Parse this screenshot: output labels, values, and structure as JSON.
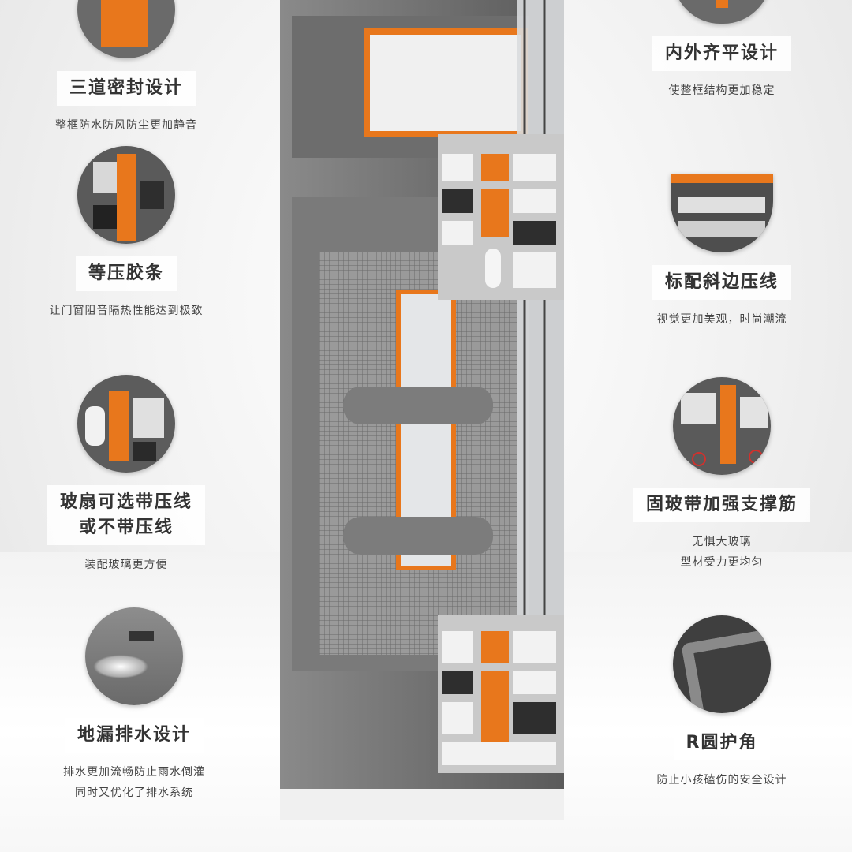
{
  "colors": {
    "accent_orange": "#e8771c",
    "profile_grey": "#5f5f5f",
    "glass": "#dfe2e4"
  },
  "features_left": [
    {
      "icon": "seal-crosssection-icon",
      "title_lines": [
        "三道密封设计"
      ],
      "desc_lines": [
        "整框防水防风防尘更加静音"
      ]
    },
    {
      "icon": "pressure-gasket-icon",
      "title_lines": [
        "等压胶条"
      ],
      "desc_lines": [
        "让门窗阻音隔热性能达到极致"
      ]
    },
    {
      "icon": "glazing-bead-icon",
      "title_lines": [
        "玻扇可选带压线",
        "或不带压线"
      ],
      "desc_lines": [
        "装配玻璃更方便"
      ]
    },
    {
      "icon": "water-drain-icon",
      "title_lines": [
        "地漏排水设计"
      ],
      "desc_lines": [
        "排水更加流畅防止雨水倒灌",
        "同时又优化了排水系统"
      ]
    }
  ],
  "features_right": [
    {
      "icon": "flush-frame-icon",
      "title_lines": [
        "内外齐平设计"
      ],
      "desc_lines": [
        "使整框结构更加稳定"
      ]
    },
    {
      "icon": "bevel-bead-icon",
      "title_lines": [
        "标配斜边压线"
      ],
      "desc_lines": [
        "视觉更加美观，时尚潮流"
      ]
    },
    {
      "icon": "support-rib-icon",
      "title_lines": [
        "固玻带加强支撑筋"
      ],
      "desc_lines": [
        "无惧大玻璃",
        "型材受力更均匀"
      ]
    },
    {
      "icon": "rounded-corner-icon",
      "title_lines": [
        "R圆护角"
      ],
      "desc_lines": [
        "防止小孩磕伤的安全设计"
      ]
    }
  ]
}
